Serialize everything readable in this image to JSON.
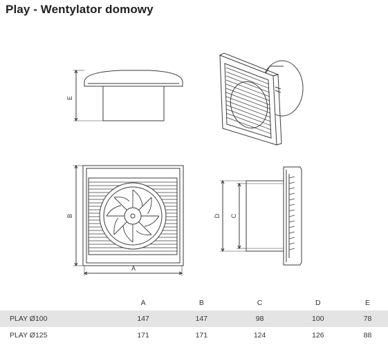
{
  "title": "Play - Wentylator domowy",
  "dimension_labels": {
    "a": "A",
    "b": "B",
    "c": "C",
    "d": "D",
    "e": "E"
  },
  "table": {
    "headers": [
      "A",
      "B",
      "C",
      "D",
      "E"
    ],
    "rows": [
      {
        "model": "PLAY Ø100",
        "values": [
          "147",
          "147",
          "98",
          "100",
          "78"
        ]
      },
      {
        "model": "PLAY Ø125",
        "values": [
          "171",
          "171",
          "124",
          "126",
          "88"
        ]
      }
    ]
  },
  "colors": {
    "line": "#3a3a3a",
    "row_shade": "#e4e4e4"
  }
}
